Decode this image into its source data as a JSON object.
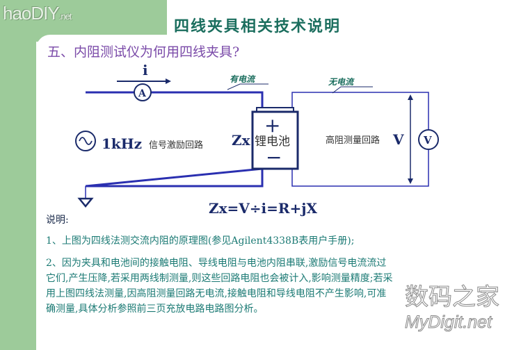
{
  "logo": {
    "main": "haoDIY",
    "suffix": ".net"
  },
  "title": "四线夹具相关技术说明",
  "subtitle": "五、内阻测试仪为何用四线夹具?",
  "diagram": {
    "current_label": "i",
    "ammeter": "A",
    "voltmeter": "V",
    "with_current": "有电流",
    "no_current": "无电流",
    "frequency": "1kHz",
    "excitation_loop": "信号激励回路",
    "zx": "Zx",
    "battery": "锂电池",
    "plus": "+",
    "minus": "−",
    "measure_loop": "高阻测量回路",
    "v_label": "V",
    "formula": "Zx=V÷i=R+jX"
  },
  "notes": {
    "heading": "说明:",
    "item1": "1、上图为四线法测交流内阻的原理图(参见Agilent4338B表用户手册);",
    "item2": "2、因为夹具和电池间的接触电阻、导线电阻与电池内阻串联,激励信号电流流过它们,产生压降,若采用两线制测量,则这些回路电阻也会被计入,影响测量精度;若采用上图四线法测量,因高阻测量回路无电流,接触电阻和导线电阻不产生影响,可准确测量,具体分析参照前三页充放电路电路图分析。"
  },
  "watermark": {
    "cn": "数码之家",
    "en": "MyDigit.net"
  }
}
